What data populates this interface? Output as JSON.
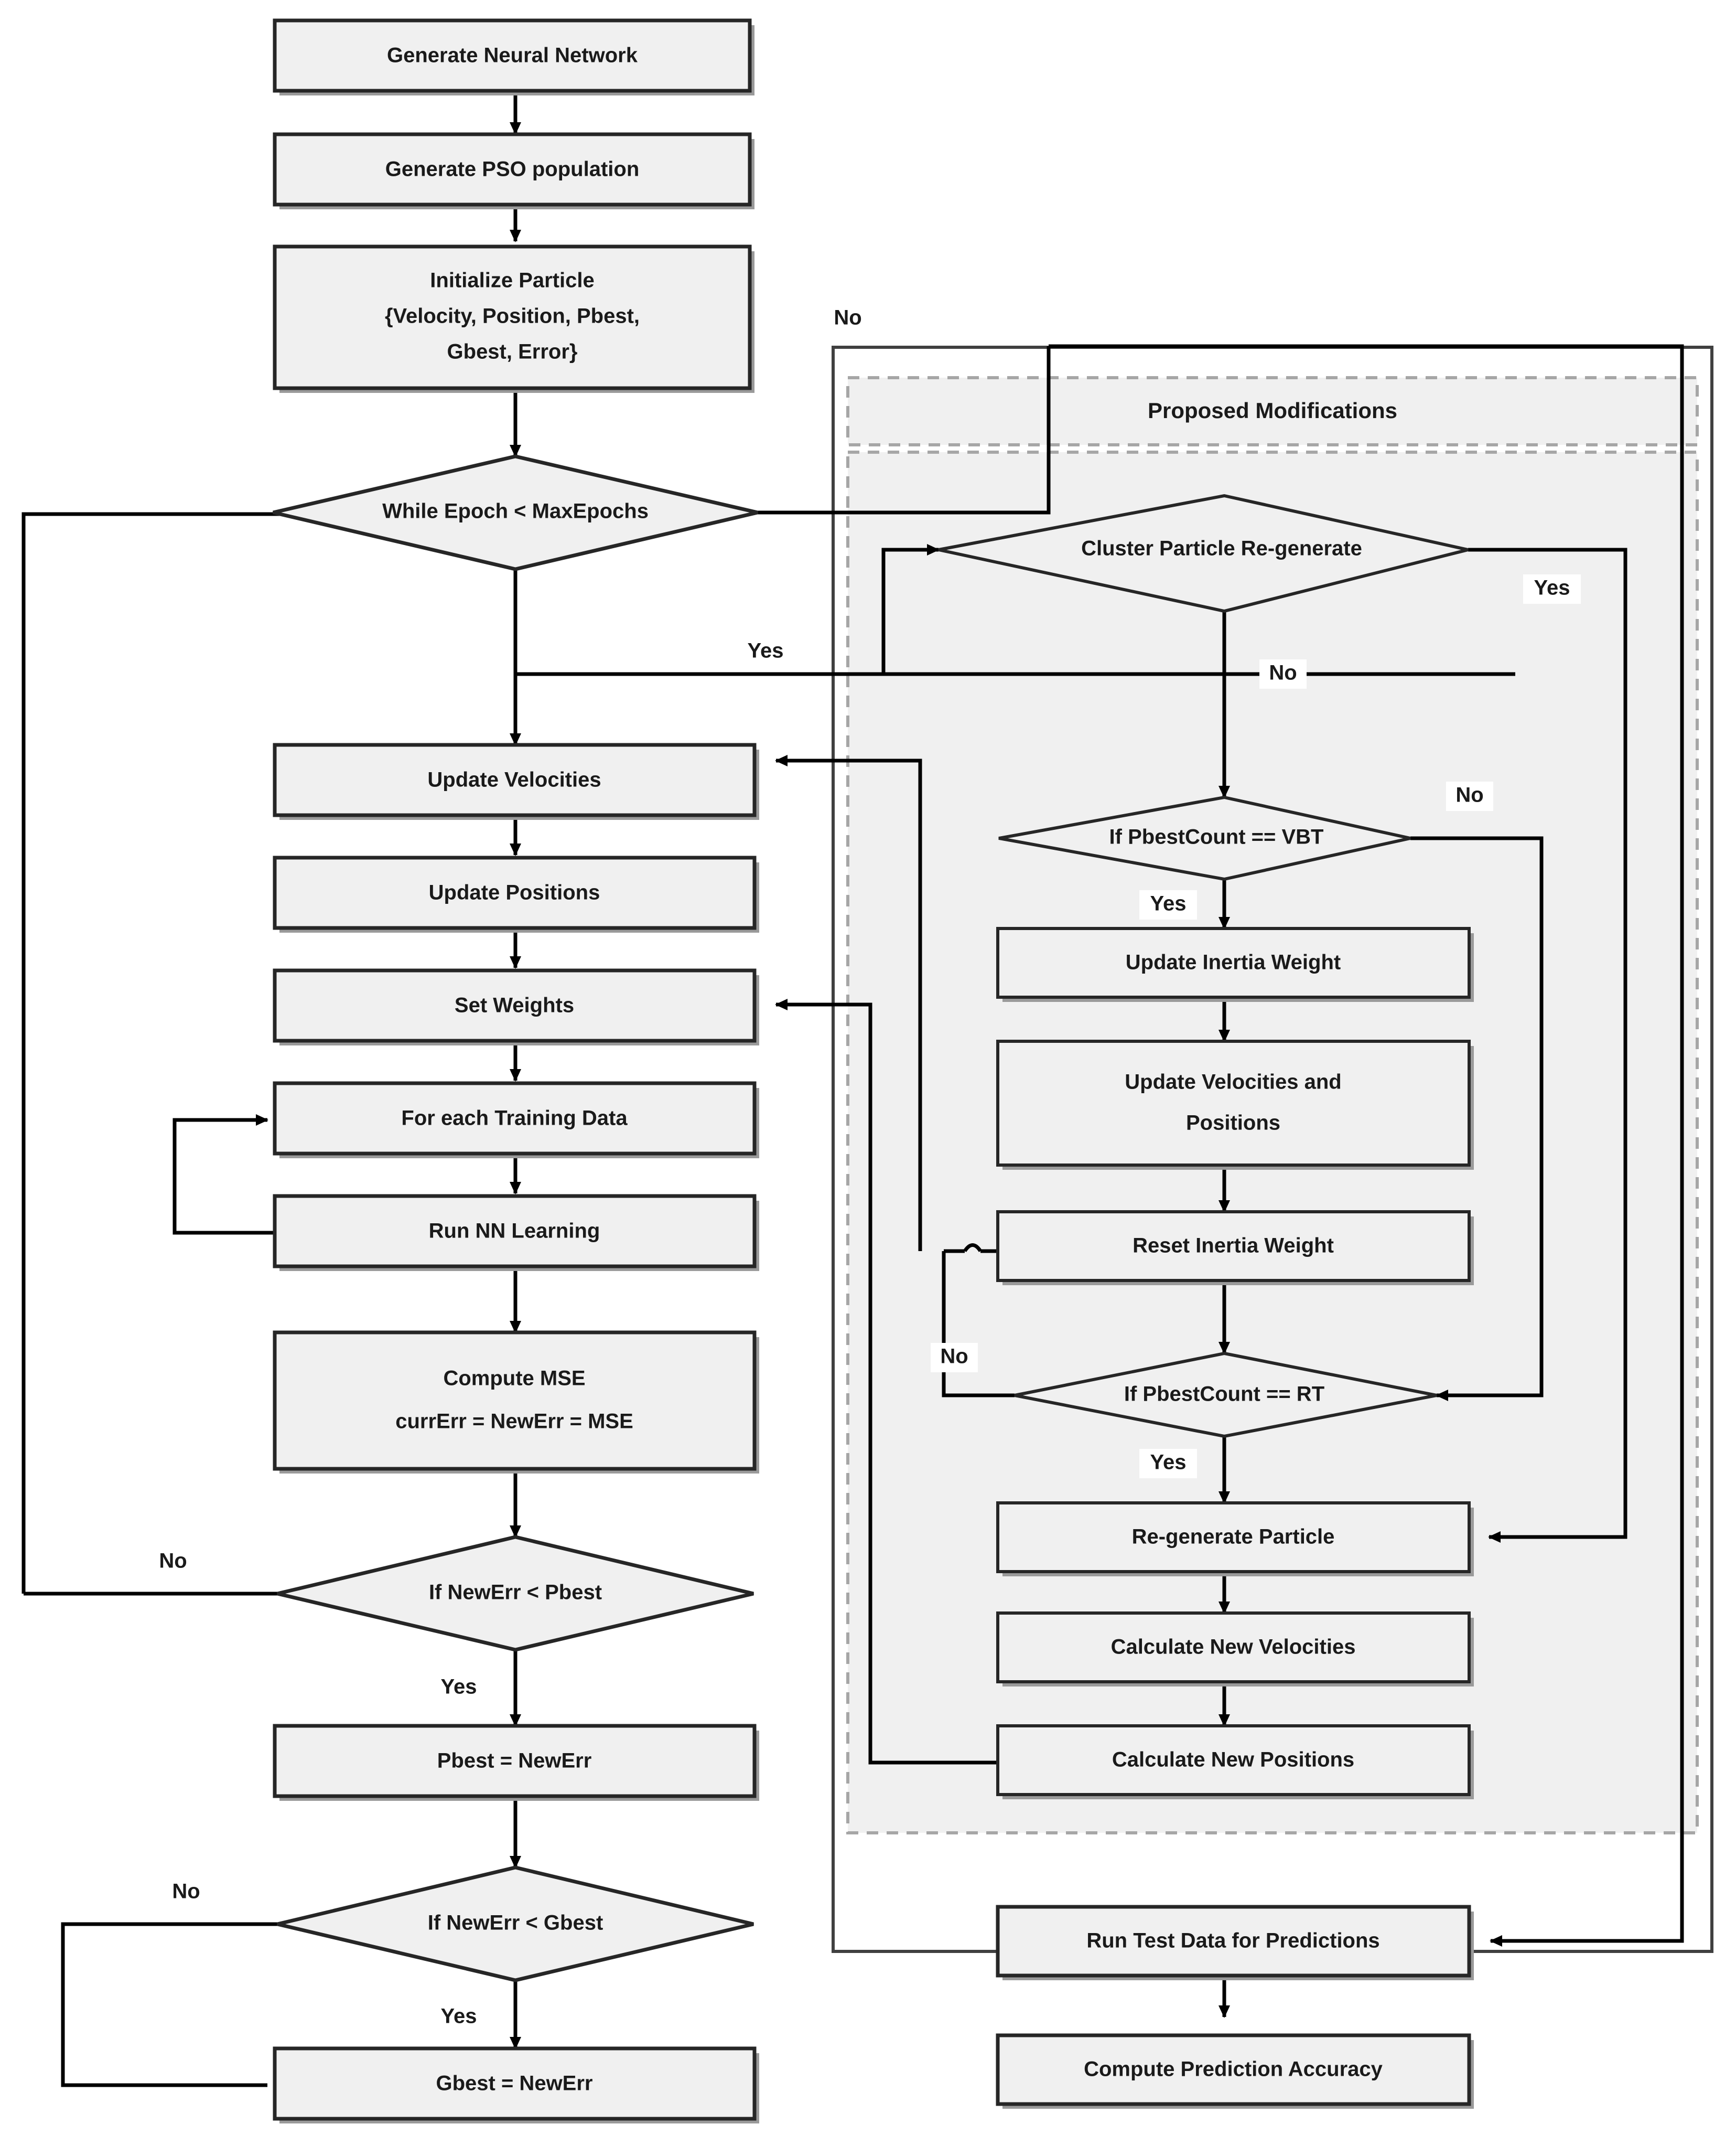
{
  "diagram": {
    "title": "PSO-Neural Network Training Flowchart with Proposed Modifications",
    "colors": {
      "node_fill": "#f0f0f0",
      "node_stroke": "#262626",
      "node_shadow": "#7f7f7f",
      "group_fill": "#f0f0f0",
      "group_dash_stroke": "#a6a6a6",
      "group_solid_stroke": "#404040",
      "edge_stroke": "#000000",
      "text": "#1a1a1a",
      "page_bg": "#ffffff"
    },
    "group": {
      "title": "Proposed Modifications"
    },
    "nodes": {
      "gen_nn": {
        "label": "Generate Neural Network",
        "shape": "process"
      },
      "gen_pso": {
        "label": "Generate PSO population",
        "shape": "process"
      },
      "init_particle": {
        "label": "Initialize Particle\n{Velocity, Position, Pbest,\nGbest, Error}",
        "shape": "process",
        "lines": [
          "Initialize Particle",
          "{Velocity, Position, Pbest,",
          "Gbest, Error}"
        ]
      },
      "while_epoch": {
        "label": "While Epoch < MaxEpochs",
        "shape": "decision"
      },
      "update_vel": {
        "label": "Update Velocities",
        "shape": "process"
      },
      "update_pos": {
        "label": "Update Positions",
        "shape": "process"
      },
      "set_weights": {
        "label": "Set Weights",
        "shape": "process"
      },
      "for_each": {
        "label": "For each Training Data",
        "shape": "process"
      },
      "run_nn": {
        "label": "Run NN Learning",
        "shape": "process"
      },
      "compute_mse": {
        "label": "Compute MSE\ncurrErr = NewErr = MSE",
        "shape": "process",
        "lines": [
          "Compute MSE",
          "currErr = NewErr = MSE"
        ]
      },
      "if_pbest": {
        "label": "If NewErr < Pbest",
        "shape": "decision"
      },
      "pbest_assign": {
        "label": "Pbest = NewErr",
        "shape": "process"
      },
      "if_gbest": {
        "label": "If NewErr < Gbest",
        "shape": "decision"
      },
      "gbest_assign": {
        "label": "Gbest = NewErr",
        "shape": "process"
      },
      "cluster_regen": {
        "label": "Cluster Particle Re-generate",
        "shape": "decision"
      },
      "if_vbt": {
        "label": "If PbestCount == VBT",
        "shape": "decision"
      },
      "update_inertia": {
        "label": "Update Inertia Weight",
        "shape": "process"
      },
      "update_vel_pos": {
        "label": "Update Velocities and\nPositions",
        "shape": "process",
        "lines": [
          "Update Velocities and",
          "Positions"
        ]
      },
      "reset_inertia": {
        "label": "Reset Inertia Weight",
        "shape": "process"
      },
      "if_rt": {
        "label": "If PbestCount == RT",
        "shape": "decision"
      },
      "regen_particle": {
        "label": "Re-generate Particle",
        "shape": "process"
      },
      "calc_new_vel": {
        "label": "Calculate New Velocities",
        "shape": "process"
      },
      "calc_new_pos": {
        "label": "Calculate New Positions",
        "shape": "process"
      },
      "run_test": {
        "label": "Run Test Data for Predictions",
        "shape": "process"
      },
      "compute_acc": {
        "label": "Compute Prediction Accuracy",
        "shape": "process"
      }
    },
    "edge_labels": {
      "while_no": "No",
      "while_yes": "Yes",
      "cluster_yes": "Yes",
      "cluster_no": "No",
      "vbt_no": "No",
      "vbt_yes": "Yes",
      "rt_no": "No",
      "rt_yes": "Yes",
      "pbest_no": "No",
      "pbest_yes": "Yes",
      "gbest_no": "No",
      "gbest_yes": "Yes"
    }
  }
}
